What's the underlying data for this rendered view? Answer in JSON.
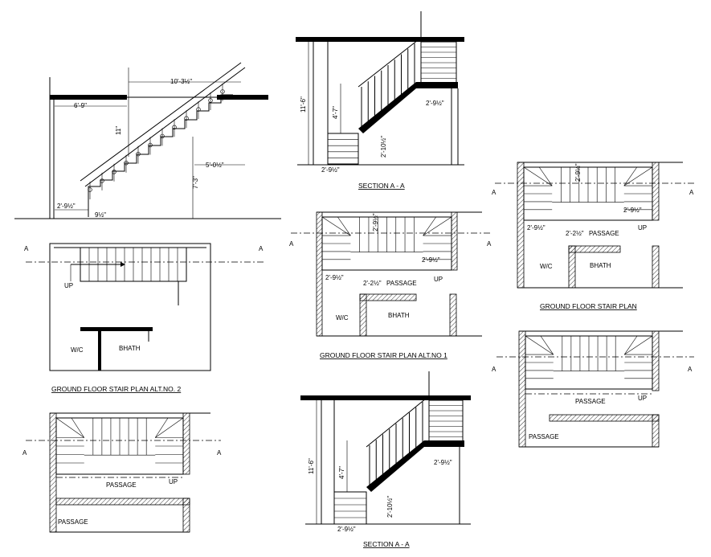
{
  "titles": {
    "plan_alt2": "GROUND FLOOR STAIR PLAN ALT.NO. 2",
    "section_top": "SECTION A - A",
    "plan_alt1": "GROUND FLOOR STAIR PLAN ALT.NO 1",
    "plan_main": "GROUND FLOOR STAIR PLAN",
    "section_bottom": "SECTION A - A"
  },
  "elevation": {
    "dim_span": "10'-3½\"",
    "dim_left": "6'-9\"",
    "dim_riser": "11\"",
    "dim_run": "5'-0½\"",
    "dim_height": "7'-3\"",
    "dim_base": "2'-9½\"",
    "dim_tread": "9½\""
  },
  "plan_alt2": {
    "up": "UP",
    "wc": "W/C",
    "bath": "BHATH",
    "marker": "A"
  },
  "plan_bottom_left": {
    "passage": "PASSAGE",
    "passage2": "PASSAGE",
    "up": "UP",
    "marker": "A"
  },
  "section_top": {
    "dim_height": "11'-6\"",
    "dim_flight": "4'-7\"",
    "dim_land": "2'-9½\"",
    "dim_step": "2'-10½\"",
    "dim_base": "2'-9½\""
  },
  "plan_alt1": {
    "dim_a": "2'-9½\"",
    "dim_b": "2'-9½\"",
    "dim_c": "2'-9½\"",
    "dim_d": "2'-2½\"",
    "passage": "PASSAGE",
    "up": "UP",
    "wc": "W/C",
    "bath": "BHATH",
    "marker": "A"
  },
  "plan_main": {
    "dim_a": "2'-9½\"",
    "dim_b": "2'-9½\"",
    "dim_c": "2'-9½\"",
    "dim_d": "2'-2½\"",
    "passage": "PASSAGE",
    "up": "UP",
    "wc": "W/C",
    "bath": "BHATH",
    "marker": "A"
  },
  "plan_right_bottom": {
    "passage": "PASSAGE",
    "passage2": "PASSAGE",
    "up": "UP",
    "marker": "A"
  },
  "section_bottom": {
    "dim_height": "11'-6\"",
    "dim_flight": "4'-7\"",
    "dim_land": "2'-9½\"",
    "dim_step": "2'-10½\"",
    "dim_base": "2'-9½\""
  }
}
